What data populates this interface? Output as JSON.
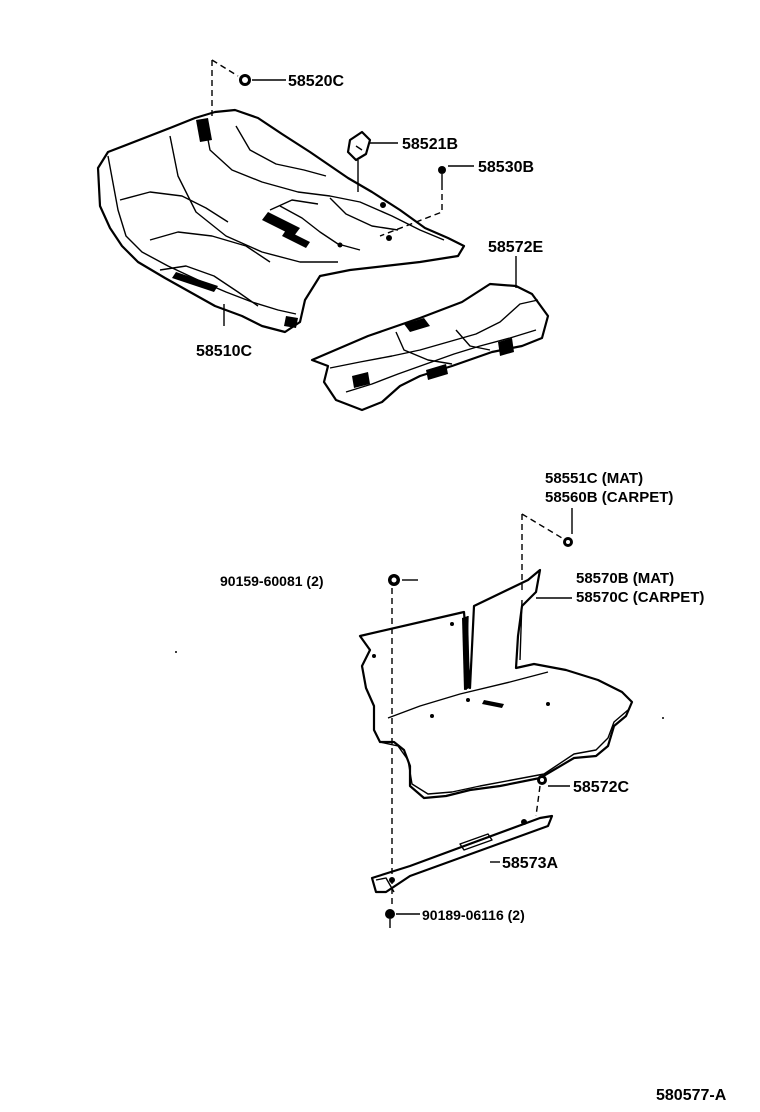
{
  "callouts": {
    "c58520C": "58520C",
    "c58521B": "58521B",
    "c58530B": "58530B",
    "c58572E": "58572E",
    "c58510C": "58510C",
    "c58551C": "58551C (MAT)",
    "c58560B": "58560B (CARPET)",
    "c90159": "90159-60081 (2)",
    "c58570B": "58570B (MAT)",
    "c58570C": "58570C (CARPET)",
    "c58572C": "58572C",
    "c58573A": "58573A",
    "c90189": "90189-06116 (2)"
  },
  "figure_id": "580577-A"
}
